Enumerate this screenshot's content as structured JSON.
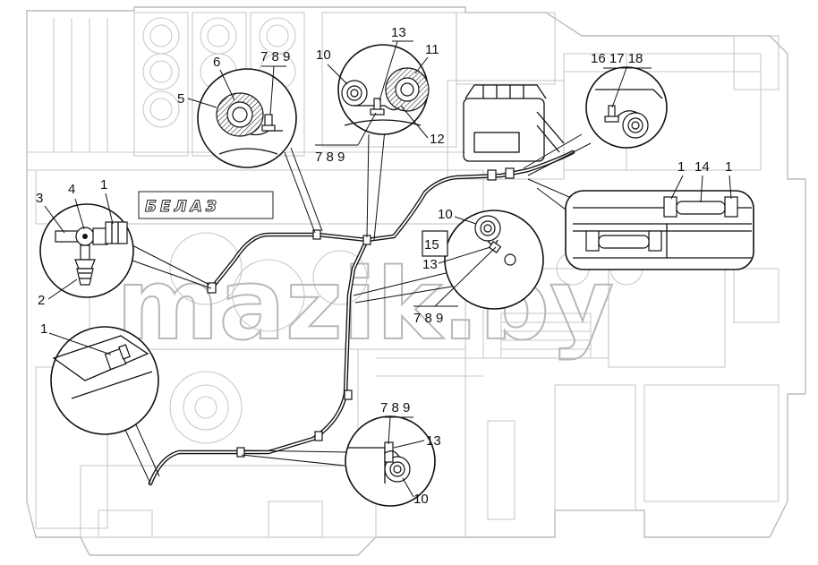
{
  "watermark": "mazik.by",
  "brand_plate": "БЕЛАЗ",
  "callouts": [
    {
      "id": "c6",
      "text": "6"
    },
    {
      "id": "c5",
      "text": "5"
    },
    {
      "id": "c789a",
      "text": "7 8 9"
    },
    {
      "id": "c10a",
      "text": "10"
    },
    {
      "id": "c13a",
      "text": "13"
    },
    {
      "id": "c11",
      "text": "11"
    },
    {
      "id": "c12",
      "text": "12"
    },
    {
      "id": "c789b",
      "text": "7 8 9"
    },
    {
      "id": "c161718",
      "text": "16 17 18"
    },
    {
      "id": "c3",
      "text": "3"
    },
    {
      "id": "c4",
      "text": "4"
    },
    {
      "id": "c1a",
      "text": "1"
    },
    {
      "id": "c2",
      "text": "2"
    },
    {
      "id": "c1b",
      "text": "1"
    },
    {
      "id": "c14",
      "text": "14"
    },
    {
      "id": "c1c",
      "text": "1"
    },
    {
      "id": "c10b",
      "text": "10"
    },
    {
      "id": "c15",
      "text": "15"
    },
    {
      "id": "c13b",
      "text": "13"
    },
    {
      "id": "c789c",
      "text": "7 8 9"
    },
    {
      "id": "c1d",
      "text": "1"
    },
    {
      "id": "c789d",
      "text": "7 8 9"
    },
    {
      "id": "c13c",
      "text": "13"
    },
    {
      "id": "c10c",
      "text": "10"
    }
  ]
}
